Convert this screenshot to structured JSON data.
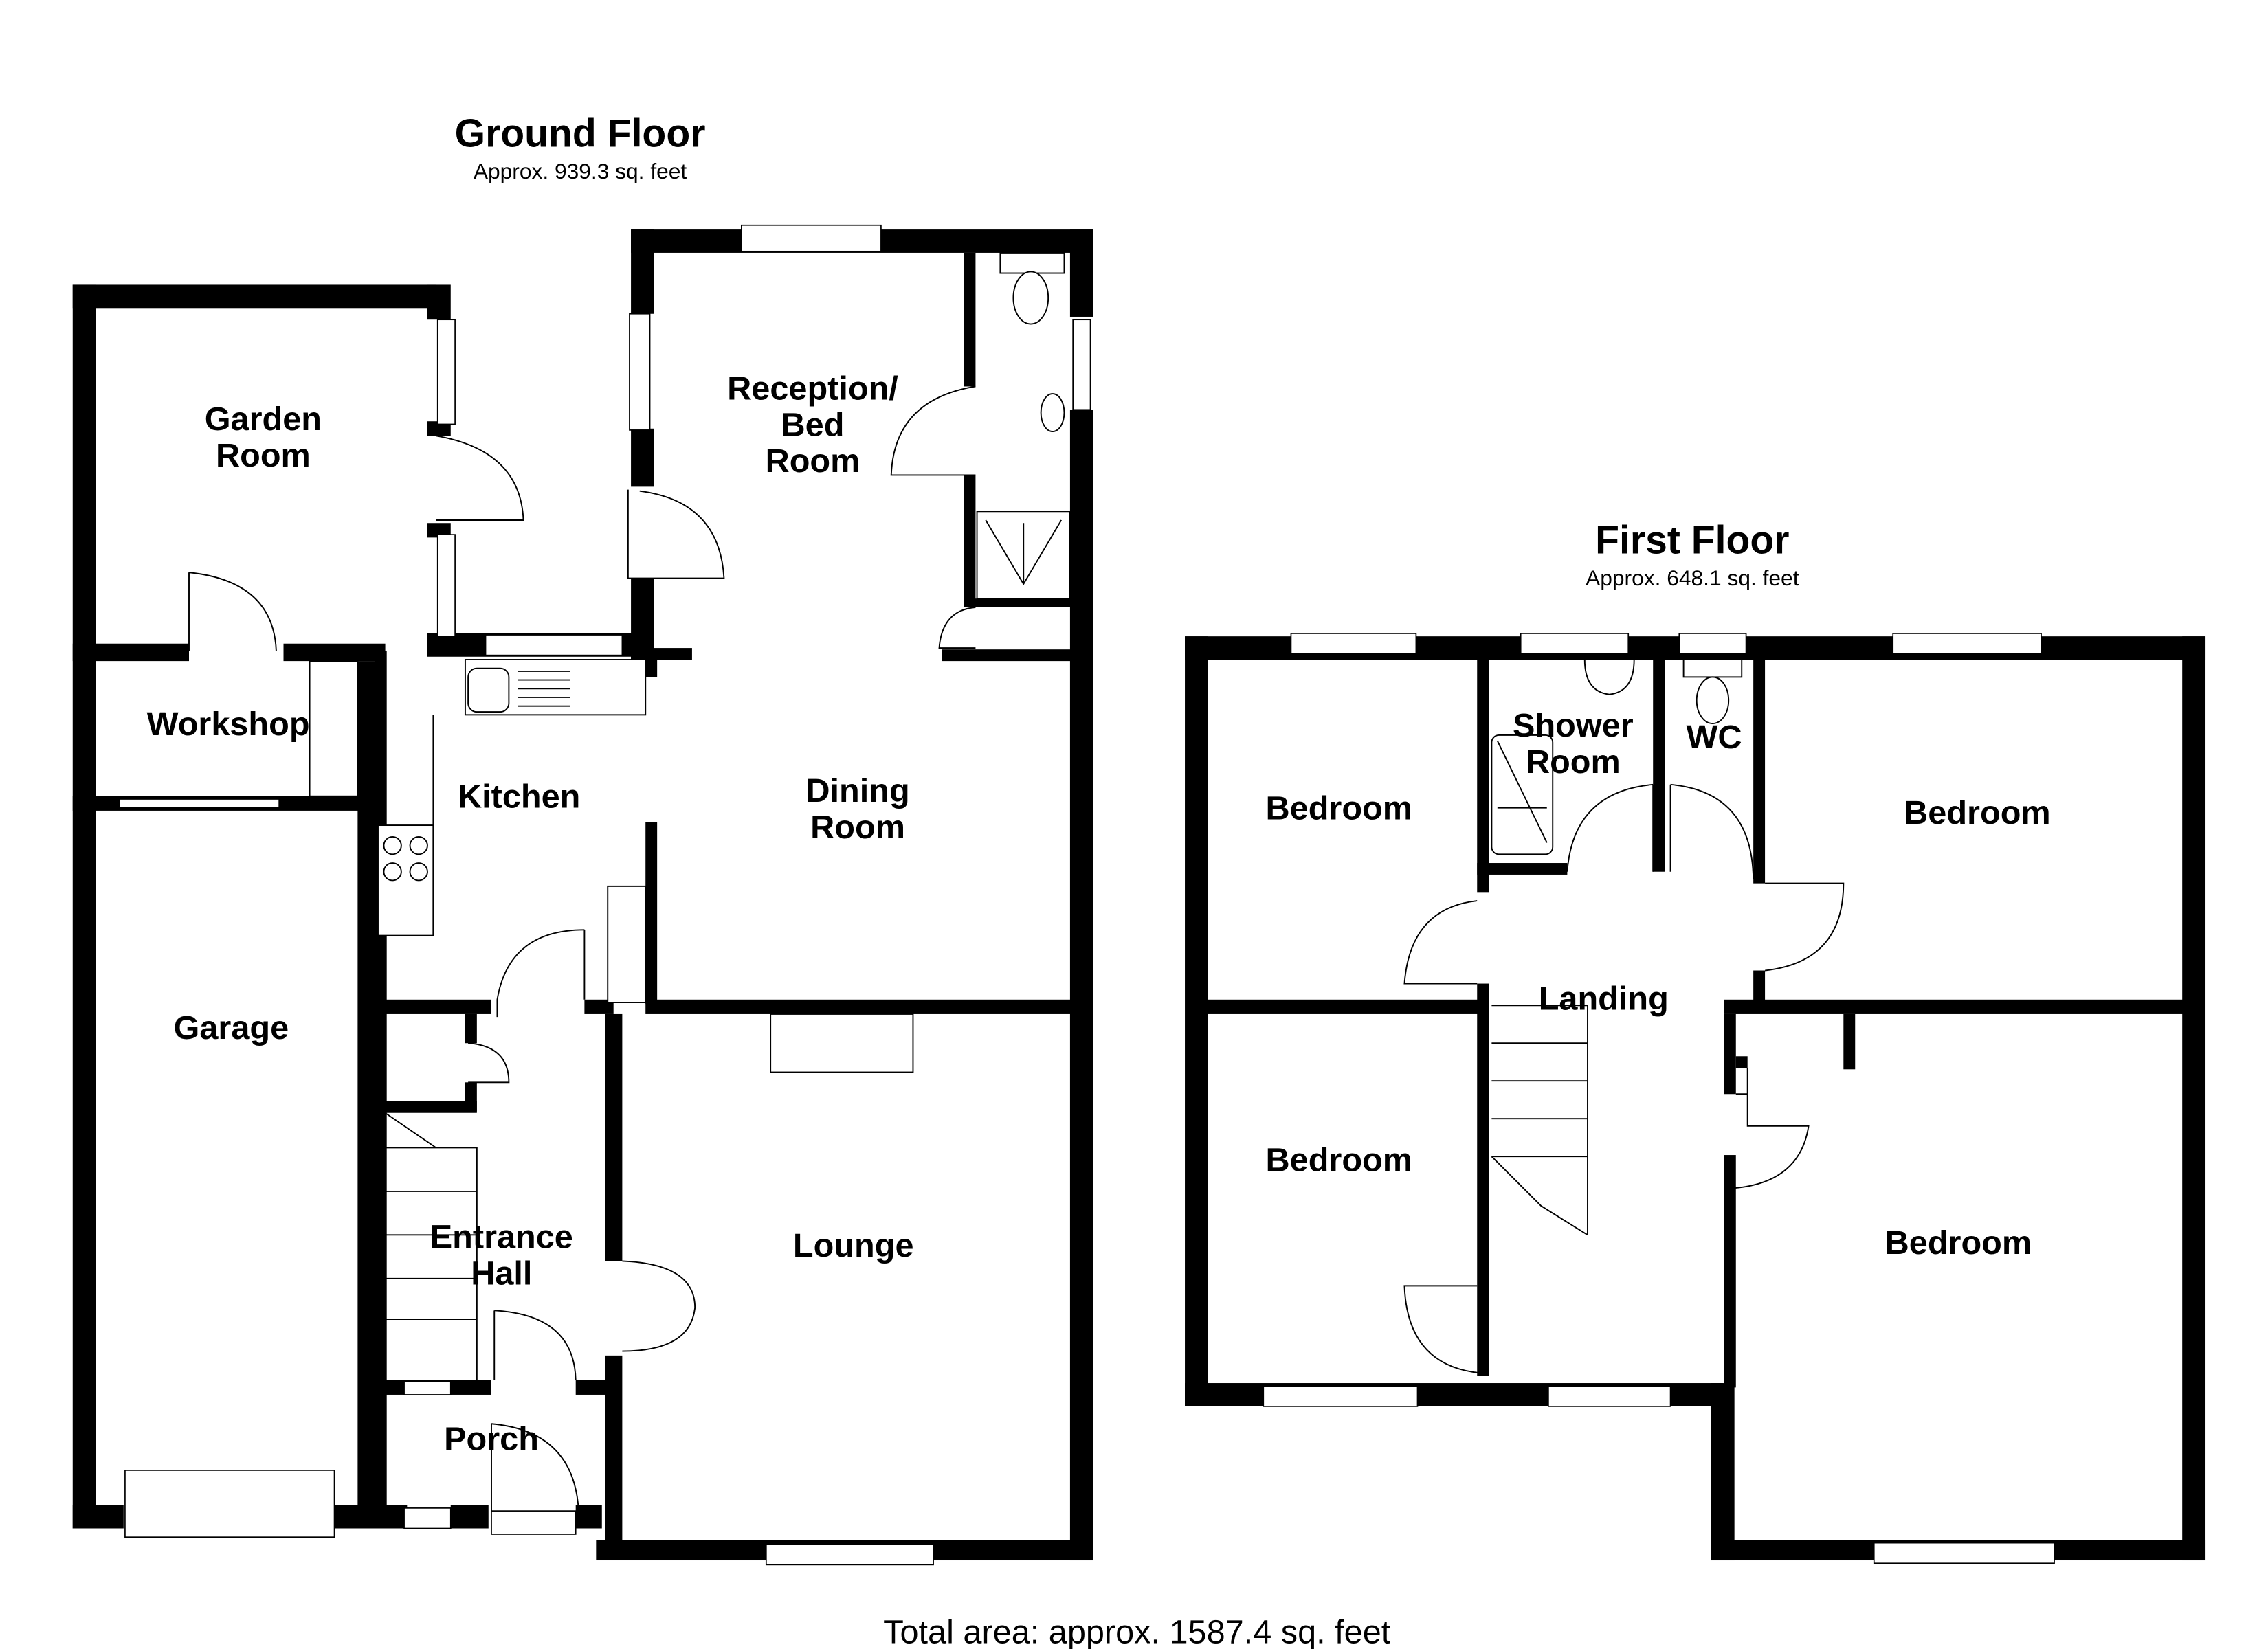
{
  "ground_floor": {
    "title": "Ground Floor",
    "area": "Approx. 939.3 sq. feet",
    "rooms": {
      "garden_room": [
        "Garden",
        "Room"
      ],
      "reception": [
        "Reception/",
        "Bed",
        "Room"
      ],
      "workshop": "Workshop",
      "kitchen": "Kitchen",
      "dining": [
        "Dining",
        "Room"
      ],
      "garage": "Garage",
      "entrance": [
        "Entrance",
        "Hall"
      ],
      "lounge": "Lounge",
      "porch": "Porch"
    }
  },
  "first_floor": {
    "title": "First Floor",
    "area": "Approx. 648.1 sq. feet",
    "rooms": {
      "bedroom_nw": "Bedroom",
      "shower": [
        "Shower",
        "Room"
      ],
      "wc": "WC",
      "bedroom_ne": "Bedroom",
      "landing": "Landing",
      "bedroom_sw": "Bedroom",
      "bedroom_se": "Bedroom"
    }
  },
  "total_area": "Total area: approx. 1587.4 sq. feet",
  "colors": {
    "wall": "#000000",
    "background": "#ffffff"
  }
}
